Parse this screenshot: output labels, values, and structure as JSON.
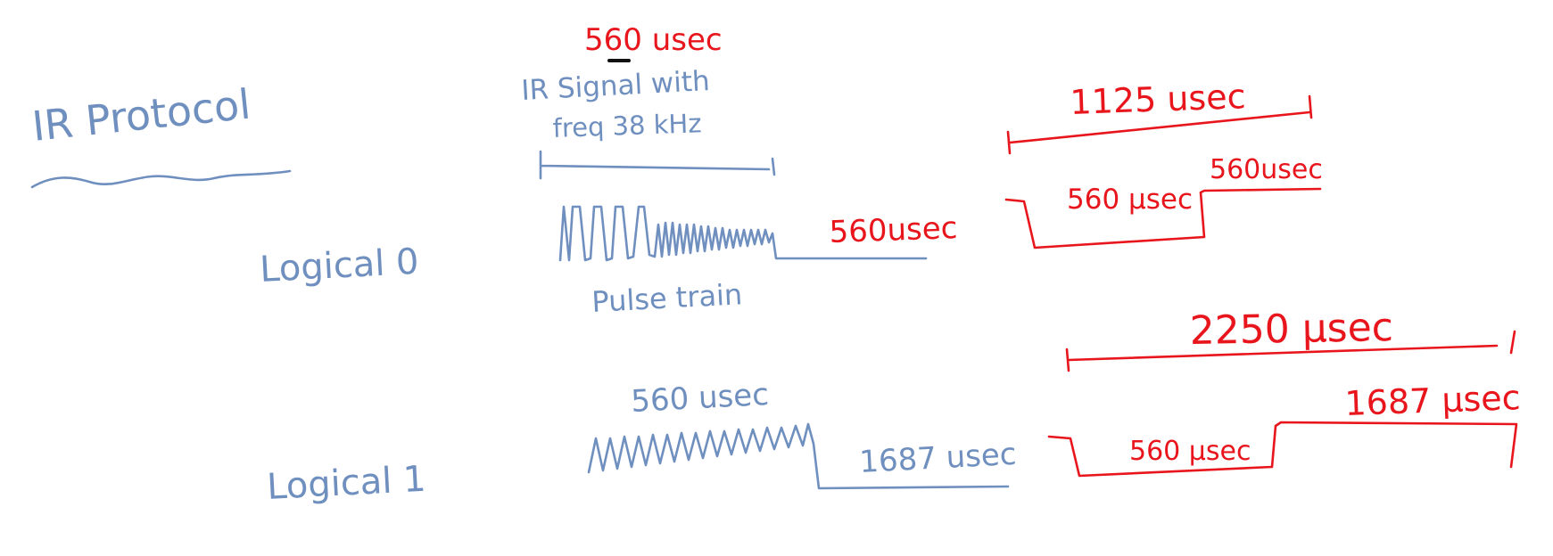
{
  "title": "IR Protocol",
  "carrier": {
    "duration": "560 usec",
    "desc_line1": "IR Signal with",
    "desc_line2": "freq 38 kHz",
    "pulse_label": "Pulse train"
  },
  "logical_0": {
    "label": "Logical 0",
    "space_label": "560usec",
    "period_label": "1125 usec",
    "mark_label": "560 μsec",
    "space_label_right": "560usec"
  },
  "logical_1": {
    "label": "Logical 1",
    "mark_label": "560 usec",
    "space_label": "1687 usec",
    "period_label": "2250 μsec",
    "mark_label_right": "560 μsec",
    "space_label_right": "1687 μsec"
  },
  "colors": {
    "blue_ink": "#6f8fbf",
    "red_ink": "#e8161c",
    "black_ink": "#111111"
  }
}
